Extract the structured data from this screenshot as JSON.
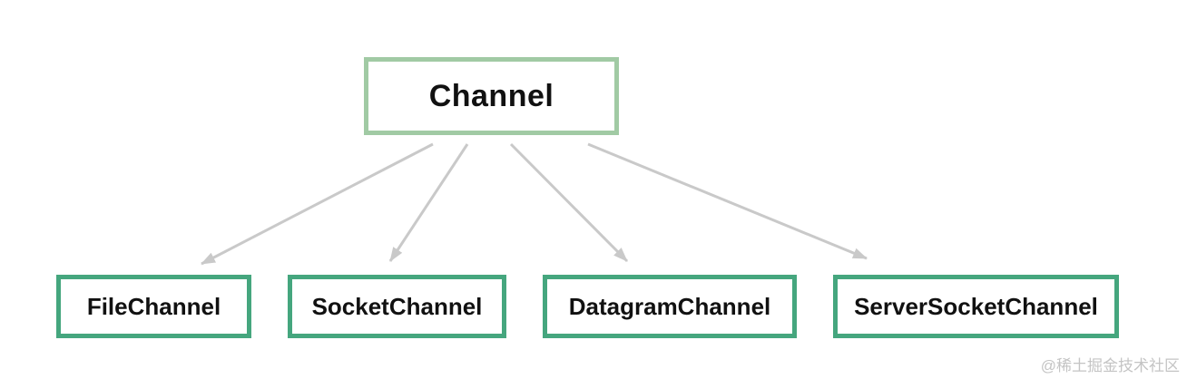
{
  "diagram": {
    "root": {
      "label": "Channel"
    },
    "children": [
      {
        "label": "FileChannel"
      },
      {
        "label": "SocketChannel"
      },
      {
        "label": "DatagramChannel"
      },
      {
        "label": "ServerSocketChannel"
      }
    ],
    "colors": {
      "background": "#FFFFFF",
      "root_border": "#A1CAA4",
      "child_border": "#45A67E",
      "arrow": "#C9C9C9",
      "text": "#111111",
      "watermark": "#C4C4C4"
    }
  },
  "watermark": {
    "text": "@稀土掘金技术社区"
  }
}
